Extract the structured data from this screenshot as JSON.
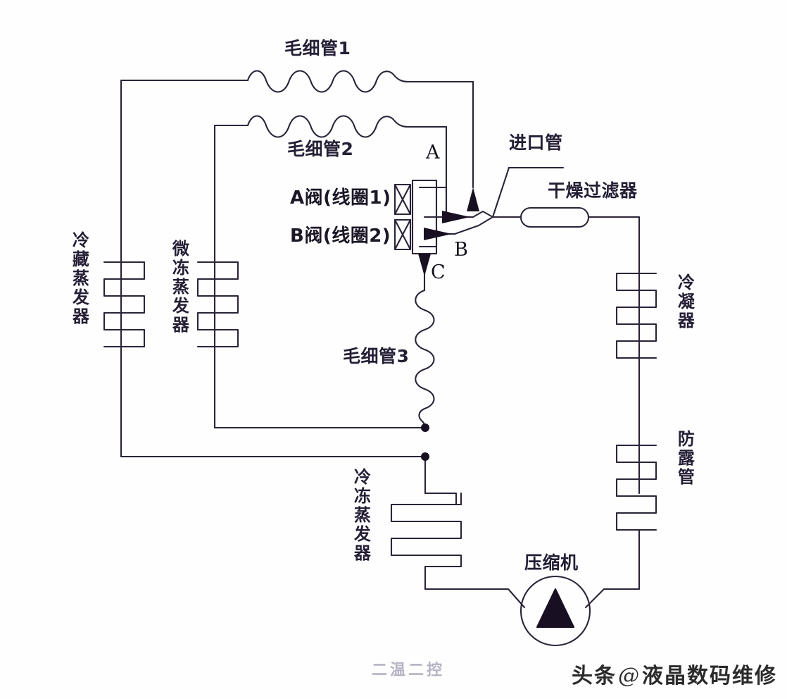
{
  "diagram": {
    "title": "二温二控",
    "caption": "二温二控",
    "watermark_prefix": "头条",
    "watermark_at": "@",
    "watermark_account": "液晶数码维修",
    "line_color": "#2b2438",
    "text_color": "#241f35",
    "background": "#fefefe"
  },
  "components": {
    "capillary_1": "毛细管1",
    "capillary_2": "毛细管2",
    "capillary_3": "毛细管3",
    "valve_a": "A阀(线圈1)",
    "valve_b": "B阀(线圈2)",
    "inlet_pipe": "进口管",
    "dry_filter": "干燥过滤器",
    "evaporator_fridge": "冷藏蒸发器",
    "evaporator_softfreeze": "微冻蒸发器",
    "evaporator_freezer": "冷冻蒸发器",
    "condenser": "冷凝器",
    "anti_dew_pipe": "防露管",
    "compressor": "压缩机"
  },
  "ports": {
    "a": "A",
    "b": "B",
    "c": "C"
  }
}
